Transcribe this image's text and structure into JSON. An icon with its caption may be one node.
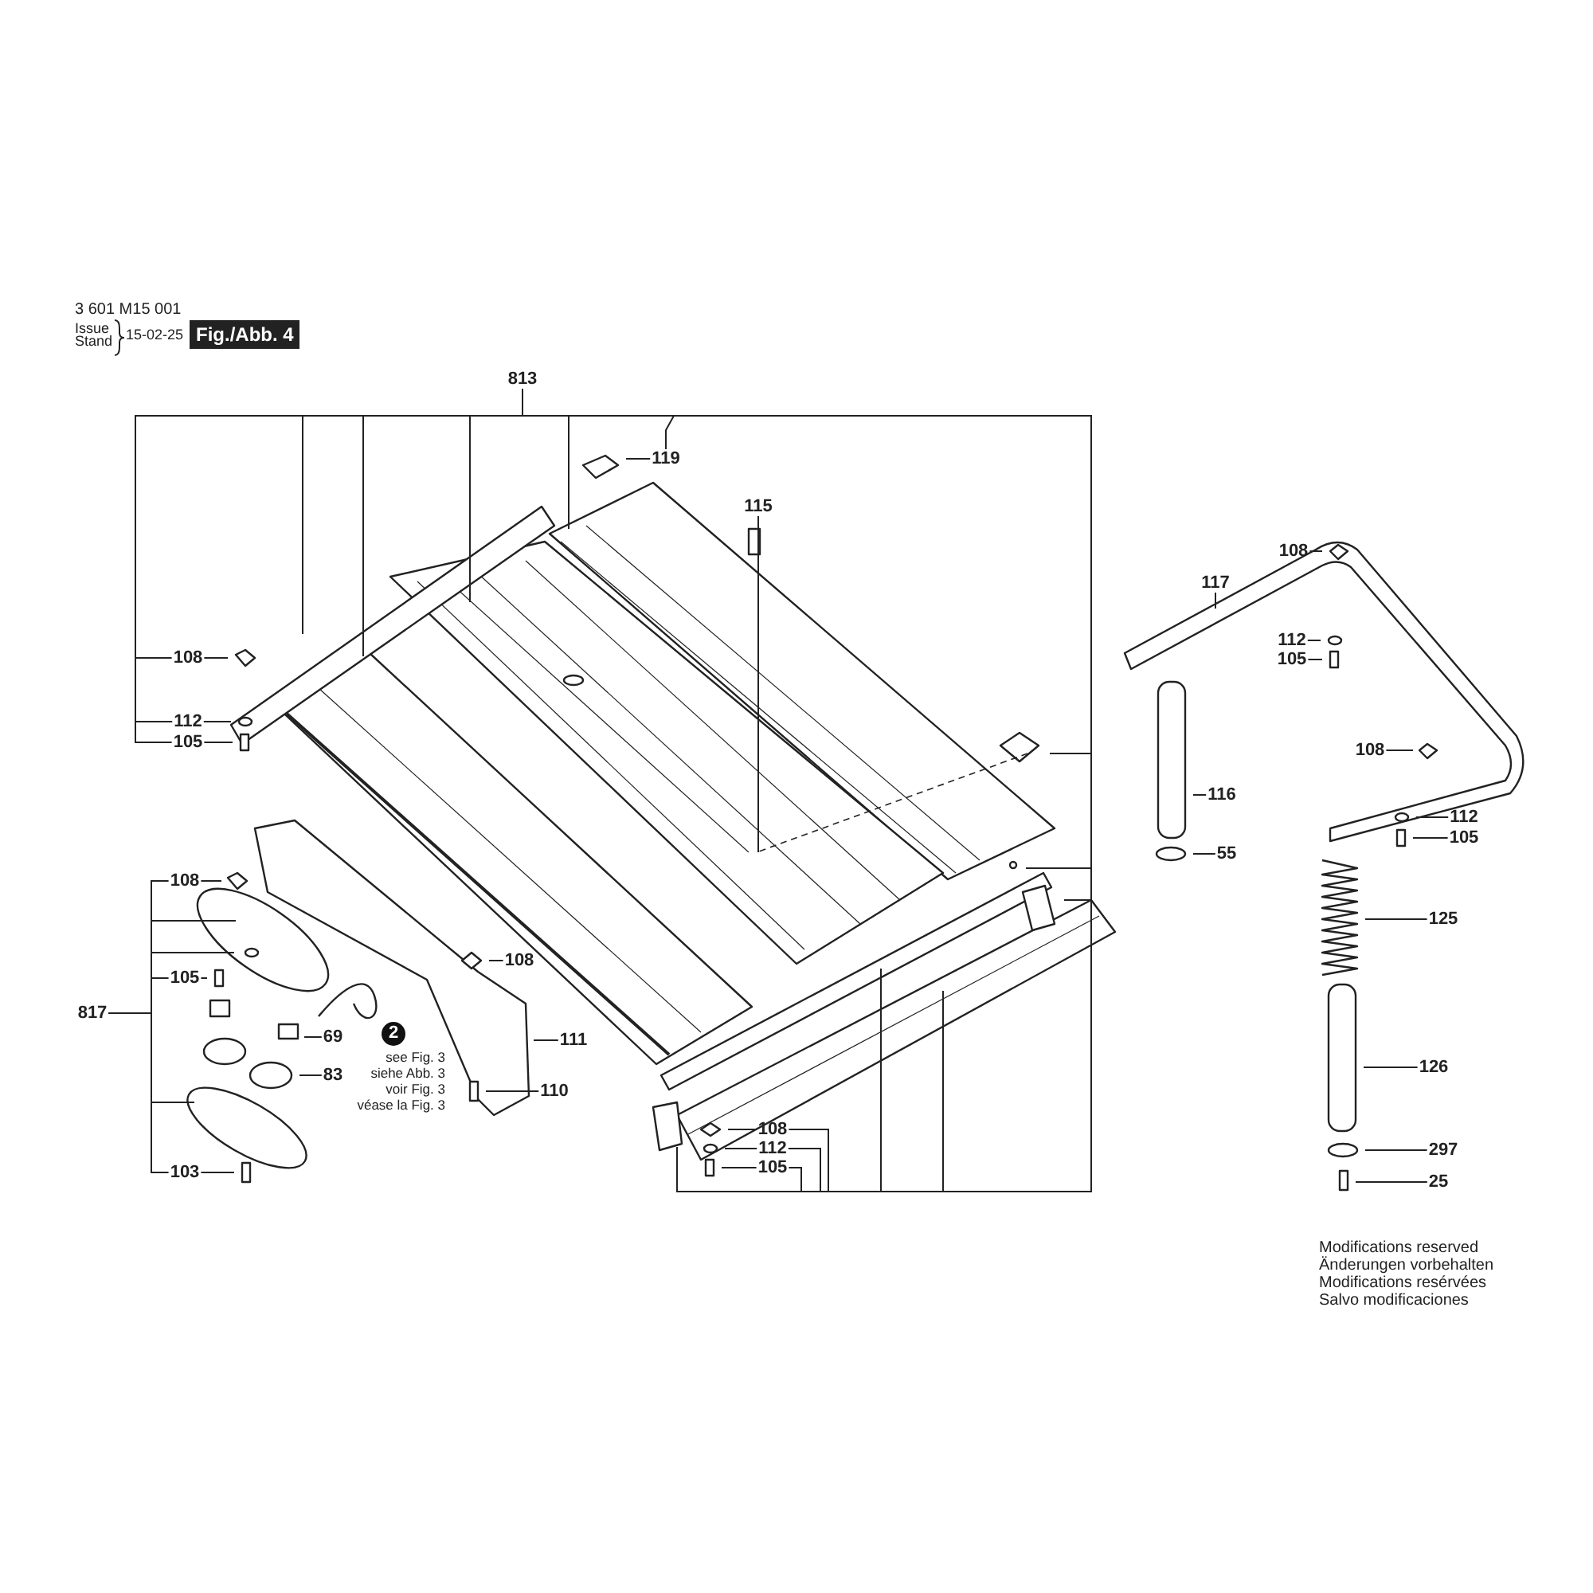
{
  "diagram": {
    "nodes": [
      {
        "text": [
          "813"
        ]
      },
      {
        "text": [
          "119"
        ]
      },
      {
        "text": [
          "115"
        ]
      },
      {
        "text": [
          "108"
        ]
      },
      {
        "text": [
          "112"
        ]
      },
      {
        "text": [
          "105"
        ]
      },
      {
        "text": [
          "108"
        ]
      },
      {
        "text": [
          "105"
        ]
      },
      {
        "text": [
          "817"
        ]
      },
      {
        "text": [
          "69"
        ]
      },
      {
        "text": [
          "83"
        ]
      },
      {
        "text": [
          "103"
        ]
      },
      {
        "text": [
          "108"
        ]
      },
      {
        "text": [
          "111"
        ]
      },
      {
        "text": [
          "110"
        ]
      },
      {
        "text": [
          "2"
        ],
        "beside": [
          "see Fig. 3",
          "siehe Abb. 3",
          "voir Fig. 3",
          "véase la Fig. 3"
        ]
      },
      {
        "text": [
          "108"
        ]
      },
      {
        "text": [
          "112"
        ]
      },
      {
        "text": [
          "105"
        ]
      },
      {
        "text": [
          "117"
        ]
      },
      {
        "text": [
          "108"
        ]
      },
      {
        "text": [
          "112"
        ]
      },
      {
        "text": [
          "105"
        ]
      },
      {
        "text": [
          "116"
        ]
      },
      {
        "text": [
          "55"
        ]
      },
      {
        "text": [
          "108"
        ]
      },
      {
        "text": [
          "112"
        ]
      },
      {
        "text": [
          "105"
        ]
      },
      {
        "text": [
          "125"
        ]
      },
      {
        "text": [
          "126"
        ]
      },
      {
        "text": [
          "297"
        ]
      },
      {
        "text": [
          "25"
        ]
      }
    ],
    "edges": [
      {
        "from": 0,
        "to": null,
        "arrow": "none"
      },
      {
        "from": 0,
        "to": null,
        "arrow": "none"
      },
      {
        "from": 0,
        "to": null,
        "arrow": "none"
      },
      {
        "from": 0,
        "to": null,
        "arrow": "none"
      },
      {
        "from": 0,
        "to": 1,
        "arrow": "none"
      },
      {
        "from": 0,
        "to": null,
        "arrow": "none"
      },
      {
        "from": 0,
        "to": null,
        "arrow": "none"
      },
      {
        "from": 0,
        "to": null,
        "arrow": "none"
      },
      {
        "from": 0,
        "to": 3,
        "arrow": "none"
      },
      {
        "from": 0,
        "to": 4,
        "arrow": "none"
      },
      {
        "from": 0,
        "to": 5,
        "arrow": "none"
      },
      {
        "from": 0,
        "to": 16,
        "arrow": "none"
      },
      {
        "from": 0,
        "to": 17,
        "arrow": "none"
      },
      {
        "from": 0,
        "to": 18,
        "arrow": "none"
      },
      {
        "from": 0,
        "to": null,
        "arrow": "none"
      },
      {
        "from": 0,
        "to": null,
        "arrow": "none"
      },
      {
        "from": 0,
        "to": null,
        "arrow": "none"
      },
      {
        "from": 1,
        "to": null,
        "arrow": "none"
      },
      {
        "from": 2,
        "to": null,
        "arrow": "none"
      },
      {
        "from": 3,
        "to": null,
        "arrow": "none"
      },
      {
        "from": 4,
        "to": null,
        "arrow": "none"
      },
      {
        "from": 5,
        "to": null,
        "arrow": "none"
      },
      {
        "from": 8,
        "to": 6,
        "arrow": "none"
      },
      {
        "from": 8,
        "to": null,
        "arrow": "none"
      },
      {
        "from": 8,
        "to": null,
        "arrow": "none"
      },
      {
        "from": 8,
        "to": 7,
        "arrow": "none"
      },
      {
        "from": 8,
        "to": null,
        "arrow": "none"
      },
      {
        "from": 8,
        "to": 11,
        "arrow": "none"
      },
      {
        "from": 6,
        "to": null,
        "arrow": "none"
      },
      {
        "from": 7,
        "to": null,
        "arrow": "none"
      },
      {
        "from": 9,
        "to": null,
        "arrow": "none"
      },
      {
        "from": 10,
        "to": null,
        "arrow": "none"
      },
      {
        "from": 11,
        "to": null,
        "arrow": "none"
      },
      {
        "from": 12,
        "to": null,
        "arrow": "none"
      },
      {
        "from": 13,
        "to": null,
        "arrow": "none"
      },
      {
        "from": 14,
        "to": null,
        "arrow": "none"
      },
      {
        "from": 16,
        "to": null,
        "arrow": "none"
      },
      {
        "from": 17,
        "to": null,
        "arrow": "none"
      },
      {
        "from": 18,
        "to": null,
        "arrow": "none"
      },
      {
        "from": 19,
        "to": null,
        "arrow": "none"
      },
      {
        "from": 20,
        "to": null,
        "arrow": "none"
      },
      {
        "from": 21,
        "to": null,
        "arrow": "none"
      },
      {
        "from": 22,
        "to": null,
        "arrow": "none"
      },
      {
        "from": 23,
        "to": null,
        "arrow": "none"
      },
      {
        "from": 24,
        "to": null,
        "arrow": "none"
      },
      {
        "from": 25,
        "to": null,
        "arrow": "none"
      },
      {
        "from": 26,
        "to": null,
        "arrow": "none"
      },
      {
        "from": 27,
        "to": null,
        "arrow": "none"
      },
      {
        "from": 28,
        "to": null,
        "arrow": "none"
      },
      {
        "from": 29,
        "to": null,
        "arrow": "none"
      },
      {
        "from": 30,
        "to": null,
        "arrow": "none"
      },
      {
        "from": 31,
        "to": null,
        "arrow": "none"
      }
    ],
    "labels": [
      "3 601 M15 001",
      "Issue",
      "Stand",
      "15-02-25",
      "Fig./Abb. 4",
      "Modifications reserved",
      "Änderungen vorbehalten",
      "Modifications resérvées",
      "Salvo modificaciones"
    ]
  }
}
